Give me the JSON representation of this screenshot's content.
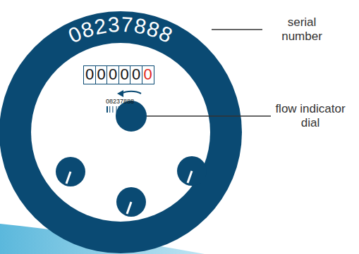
{
  "diagram": {
    "nodes": [
      {
        "text": [
          "0"
        ]
      },
      {
        "text": [
          "0"
        ]
      },
      {
        "text": [
          "0"
        ]
      },
      {
        "text": [
          "0"
        ]
      },
      {
        "text": [
          "0"
        ]
      },
      {
        "text": [
          "0"
        ]
      }
    ],
    "labels": [
      "08237888",
      "08237888",
      "serial number",
      "flow indicator dial"
    ]
  }
}
